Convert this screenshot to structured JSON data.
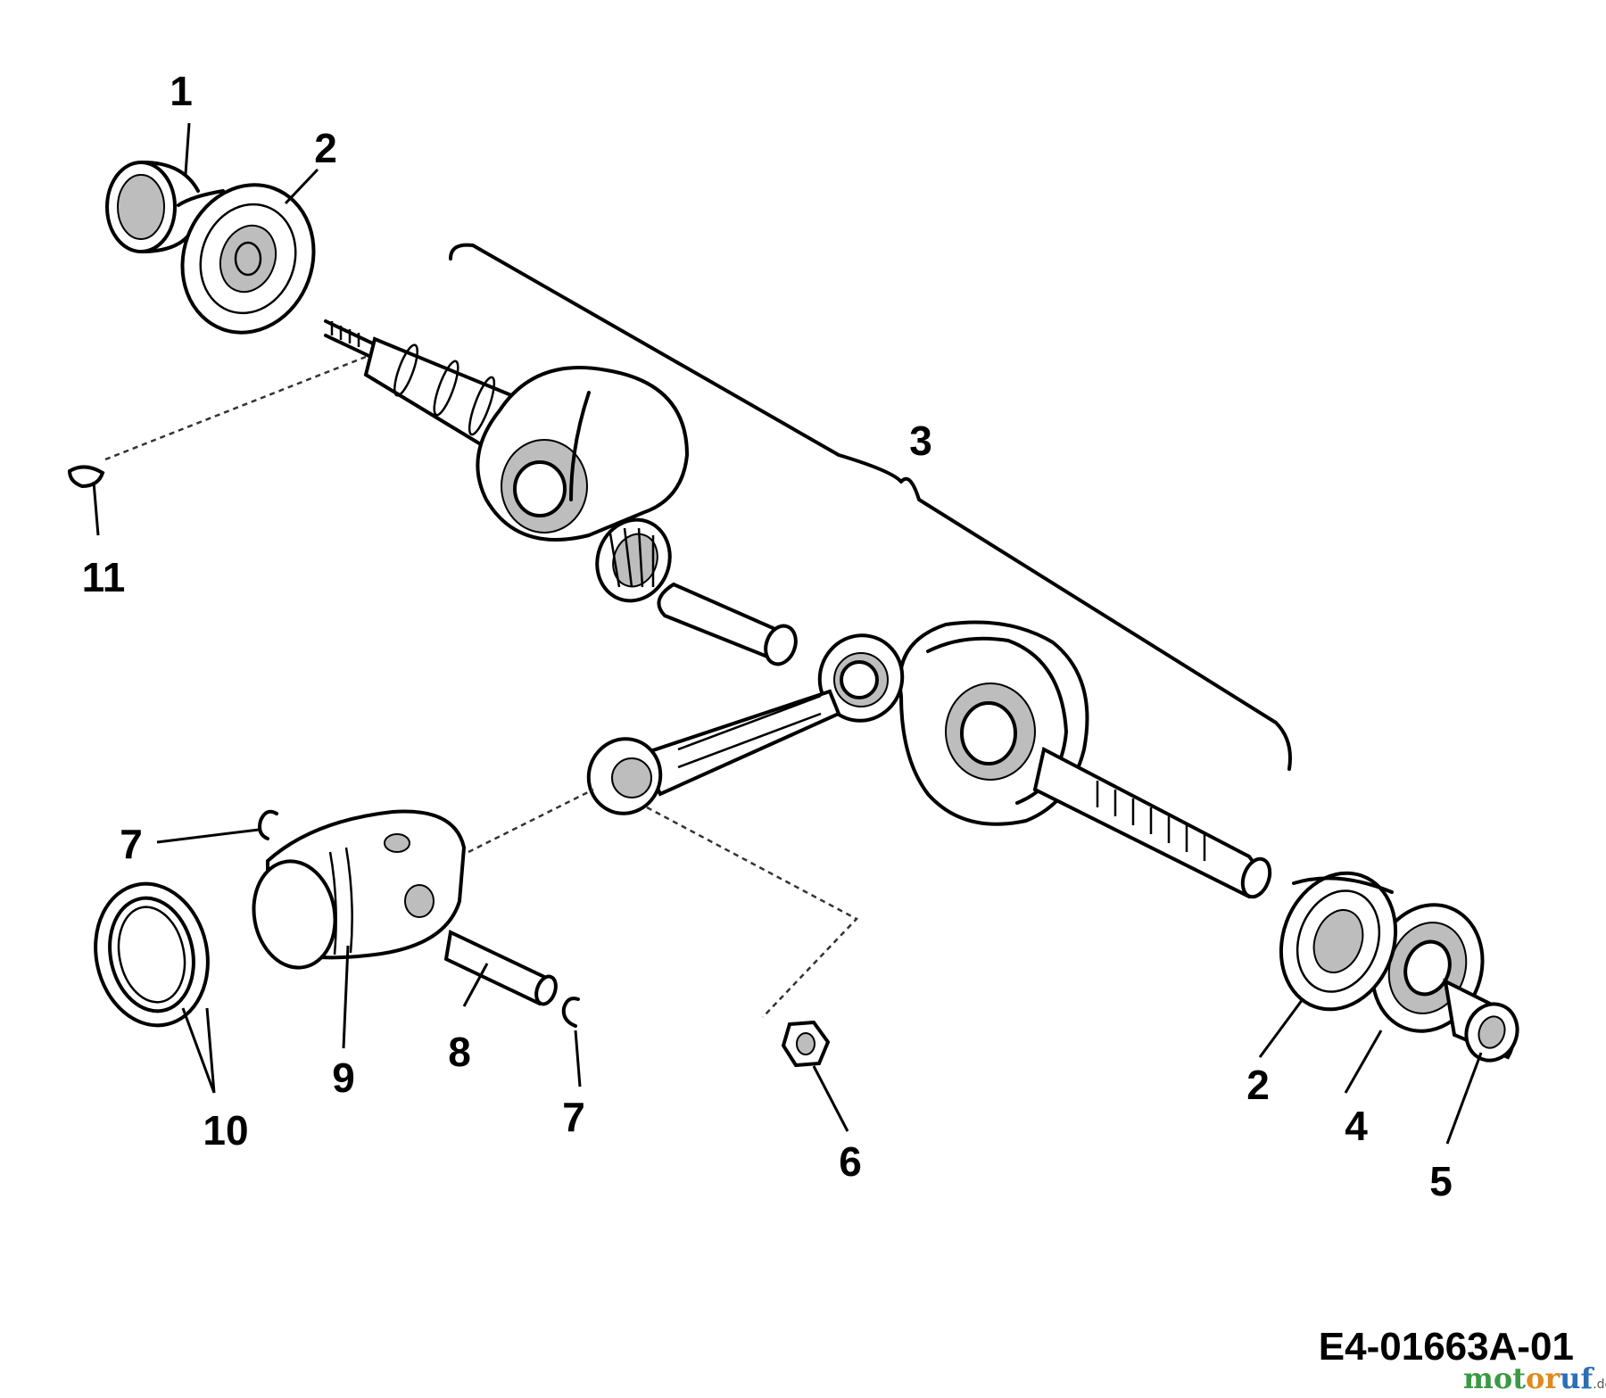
{
  "callouts": [
    {
      "id": "c1",
      "text": "1"
    },
    {
      "id": "c2a",
      "text": "2"
    },
    {
      "id": "c3",
      "text": "3"
    },
    {
      "id": "c11",
      "text": "11"
    },
    {
      "id": "c7a",
      "text": "7"
    },
    {
      "id": "c10",
      "text": "10"
    },
    {
      "id": "c9",
      "text": "9"
    },
    {
      "id": "c8",
      "text": "8"
    },
    {
      "id": "c7b",
      "text": "7"
    },
    {
      "id": "c6",
      "text": "6"
    },
    {
      "id": "c2b",
      "text": "2"
    },
    {
      "id": "c4",
      "text": "4"
    },
    {
      "id": "c5",
      "text": "5"
    }
  ],
  "drawing_code": "E4-01663A-01",
  "watermark": {
    "part1": "mot",
    "part2": "or",
    "part3": "uf",
    "suffix": ".de"
  }
}
